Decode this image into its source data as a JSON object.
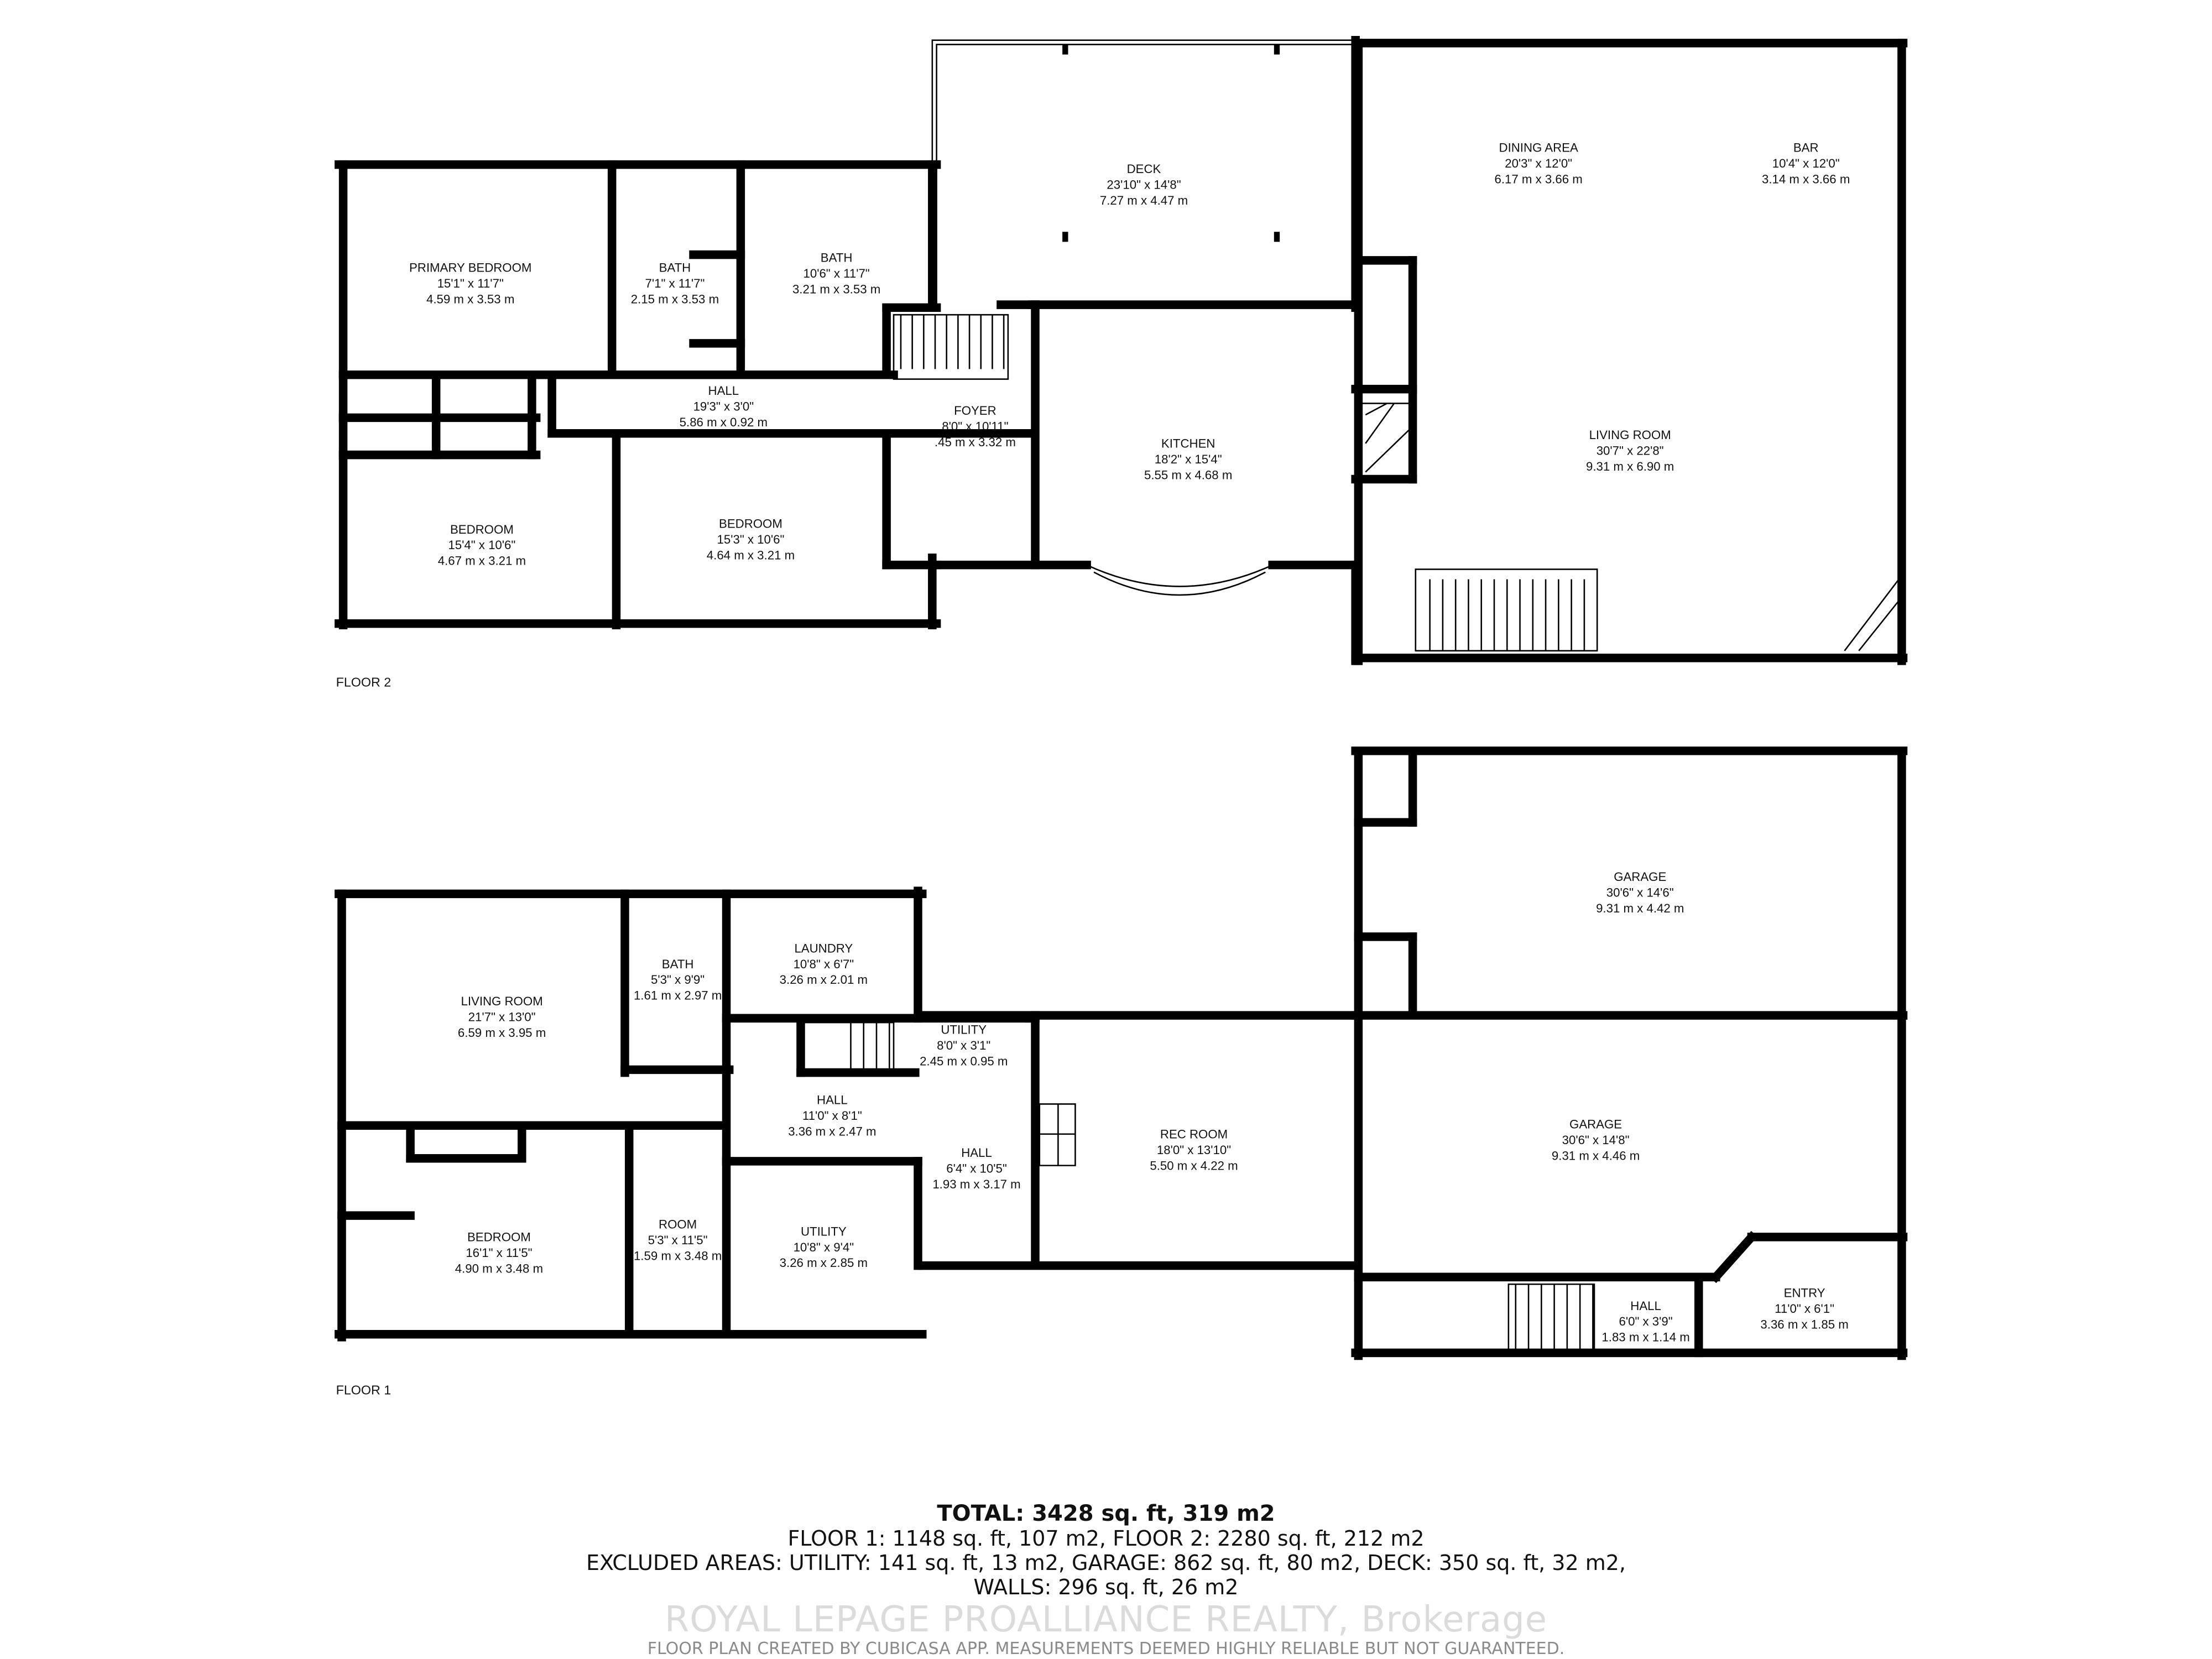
{
  "floors": [
    {
      "label": "FLOOR 2",
      "rooms": [
        {
          "name": "PRIMARY BEDROOM",
          "imperial": "15'1\" x 11'7\"",
          "metric": "4.59 m x 3.53 m"
        },
        {
          "name": "BATH",
          "imperial": "7'1\" x 11'7\"",
          "metric": "2.15 m x 3.53 m"
        },
        {
          "name": "BATH",
          "imperial": "10'6\" x 11'7\"",
          "metric": "3.21 m x 3.53 m"
        },
        {
          "name": "HALL",
          "imperial": "19'3\" x 3'0\"",
          "metric": "5.86 m x 0.92 m"
        },
        {
          "name": "FOYER",
          "imperial": "8'0\" x 10'11\"",
          "metric": ".45 m x 3.32 m"
        },
        {
          "name": "KITCHEN",
          "imperial": "18'2\" x 15'4\"",
          "metric": "5.55 m x 4.68 m"
        },
        {
          "name": "DECK",
          "imperial": "23'10\" x 14'8\"",
          "metric": "7.27 m x 4.47 m"
        },
        {
          "name": "DINING AREA",
          "imperial": "20'3\" x 12'0\"",
          "metric": "6.17 m x 3.66 m"
        },
        {
          "name": "BAR",
          "imperial": "10'4\" x 12'0\"",
          "metric": "3.14 m x 3.66 m"
        },
        {
          "name": "LIVING ROOM",
          "imperial": "30'7\" x 22'8\"",
          "metric": "9.31 m x 6.90 m"
        },
        {
          "name": "BEDROOM",
          "imperial": "15'4\" x 10'6\"",
          "metric": "4.67 m x 3.21 m"
        },
        {
          "name": "BEDROOM",
          "imperial": "15'3\" x 10'6\"",
          "metric": "4.64 m x 3.21 m"
        }
      ]
    },
    {
      "label": "FLOOR 1",
      "rooms": [
        {
          "name": "LIVING ROOM",
          "imperial": "21'7\" x 13'0\"",
          "metric": "6.59 m x 3.95 m"
        },
        {
          "name": "BATH",
          "imperial": "5'3\" x 9'9\"",
          "metric": "1.61 m x 2.97 m"
        },
        {
          "name": "LAUNDRY",
          "imperial": "10'8\" x 6'7\"",
          "metric": "3.26 m x 2.01 m"
        },
        {
          "name": "UTILITY",
          "imperial": "8'0\" x 3'1\"",
          "metric": "2.45 m x 0.95 m"
        },
        {
          "name": "HALL",
          "imperial": "11'0\" x 8'1\"",
          "metric": "3.36 m x 2.47 m"
        },
        {
          "name": "HALL",
          "imperial": "6'4\" x 10'5\"",
          "metric": "1.93 m x 3.17 m"
        },
        {
          "name": "REC ROOM",
          "imperial": "18'0\" x 13'10\"",
          "metric": "5.50 m x 4.22 m"
        },
        {
          "name": "GARAGE",
          "imperial": "30'6\" x 14'6\"",
          "metric": "9.31 m x 4.42 m"
        },
        {
          "name": "GARAGE",
          "imperial": "30'6\" x 14'8\"",
          "metric": "9.31 m x 4.46 m"
        },
        {
          "name": "BEDROOM",
          "imperial": "16'1\" x 11'5\"",
          "metric": "4.90 m x 3.48 m"
        },
        {
          "name": "ROOM",
          "imperial": "5'3\" x 11'5\"",
          "metric": "1.59 m x 3.48 m"
        },
        {
          "name": "UTILITY",
          "imperial": "10'8\" x 9'4\"",
          "metric": "3.26 m x 2.85 m"
        },
        {
          "name": "HALL",
          "imperial": "6'0\" x 3'9\"",
          "metric": "1.83 m x 1.14 m"
        },
        {
          "name": "ENTRY",
          "imperial": "11'0\" x 6'1\"",
          "metric": "3.36 m x 1.85 m"
        }
      ]
    }
  ],
  "summary": {
    "total": "TOTAL: 3428 sq. ft, 319 m2",
    "floors": "FLOOR 1: 1148 sq. ft, 107 m2, FLOOR 2: 2280 sq. ft, 212 m2",
    "excluded": "EXCLUDED AREAS: UTILITY: 141 sq. ft, 13 m2, GARAGE: 862 sq. ft, 80 m2, DECK: 350 sq. ft, 32 m2,",
    "walls": "WALLS: 296 sq. ft, 26 m2"
  },
  "disclaimer": "FLOOR PLAN CREATED BY CUBICASA APP. MEASUREMENTS DEEMED HIGHLY RELIABLE BUT NOT GUARANTEED.",
  "watermark": "ROYAL LEPAGE PROALLIANCE REALTY, Brokerage",
  "colors": {
    "walls": "#000000",
    "background": "#ffffff",
    "text": "#111111"
  }
}
